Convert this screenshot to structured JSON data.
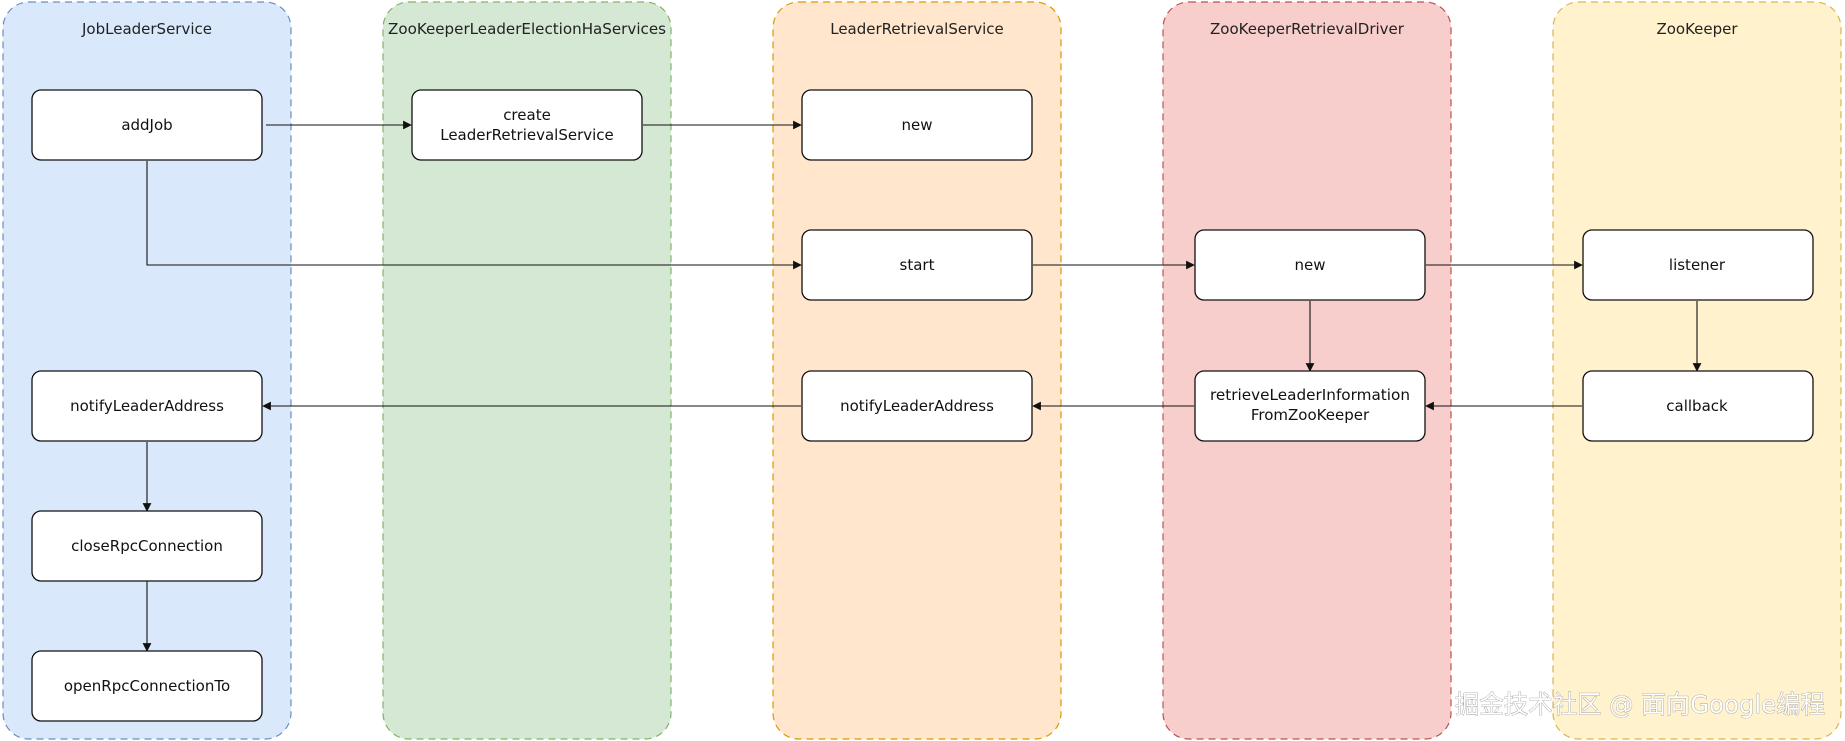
{
  "lanes": [
    {
      "id": "jls",
      "title": "JobLeaderService",
      "fill": "#dae8fc",
      "stroke": "#6c8ebf"
    },
    {
      "id": "zkha",
      "title": "ZooKeeperLeaderElectionHaServices",
      "fill": "#d5e8d4",
      "stroke": "#82b366"
    },
    {
      "id": "lrs",
      "title": "LeaderRetrievalService",
      "fill": "#ffe6cc",
      "stroke": "#d79b00"
    },
    {
      "id": "zkrd",
      "title": "ZooKeeperRetrievalDriver",
      "fill": "#f8cecc",
      "stroke": "#b85450"
    },
    {
      "id": "zk",
      "title": "ZooKeeper",
      "fill": "#fff2cc",
      "stroke": "#d6b656"
    }
  ],
  "nodes": {
    "addJob": {
      "lines": [
        "addJob"
      ]
    },
    "create": {
      "lines": [
        "create",
        "LeaderRetrievalService"
      ]
    },
    "lrsNew": {
      "lines": [
        "new"
      ]
    },
    "start": {
      "lines": [
        "start"
      ]
    },
    "zkrdNew": {
      "lines": [
        "new"
      ]
    },
    "listener": {
      "lines": [
        "listener"
      ]
    },
    "callback": {
      "lines": [
        "callback"
      ]
    },
    "retrieve": {
      "lines": [
        "retrieveLeaderInformation",
        "FromZooKeeper"
      ]
    },
    "lrsNotify": {
      "lines": [
        "notifyLeaderAddress"
      ]
    },
    "jlsNotify": {
      "lines": [
        "notifyLeaderAddress"
      ]
    },
    "closeRpc": {
      "lines": [
        "closeRpcConnection"
      ]
    },
    "openRpc": {
      "lines": [
        "openRpcConnectionTo"
      ]
    }
  },
  "edges": [
    {
      "from": "addJob",
      "to": "create"
    },
    {
      "from": "create",
      "to": "lrsNew"
    },
    {
      "from": "addJob",
      "to": "start"
    },
    {
      "from": "start",
      "to": "zkrdNew"
    },
    {
      "from": "zkrdNew",
      "to": "listener"
    },
    {
      "from": "zkrdNew",
      "to": "retrieve"
    },
    {
      "from": "listener",
      "to": "callback"
    },
    {
      "from": "callback",
      "to": "retrieve"
    },
    {
      "from": "retrieve",
      "to": "lrsNotify"
    },
    {
      "from": "lrsNotify",
      "to": "jlsNotify"
    },
    {
      "from": "jlsNotify",
      "to": "closeRpc"
    },
    {
      "from": "closeRpc",
      "to": "openRpc"
    }
  ],
  "watermark": "掘金技术社区 @ 面向Google编程"
}
